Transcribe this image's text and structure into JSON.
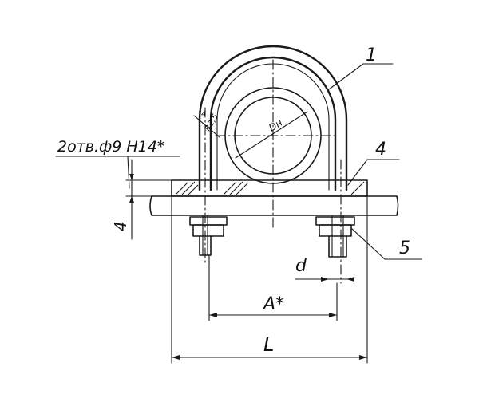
{
  "labels": {
    "part_1": "1",
    "part_4": "4",
    "part_5": "5",
    "holes": "2отв.ф9 Н14*",
    "dim_4": "4",
    "dim_d": "d",
    "dim_a": "A*",
    "dim_l": "L",
    "dim_dn": "Dн",
    "dim_r": "R2,5",
    "dim_small": "4"
  }
}
